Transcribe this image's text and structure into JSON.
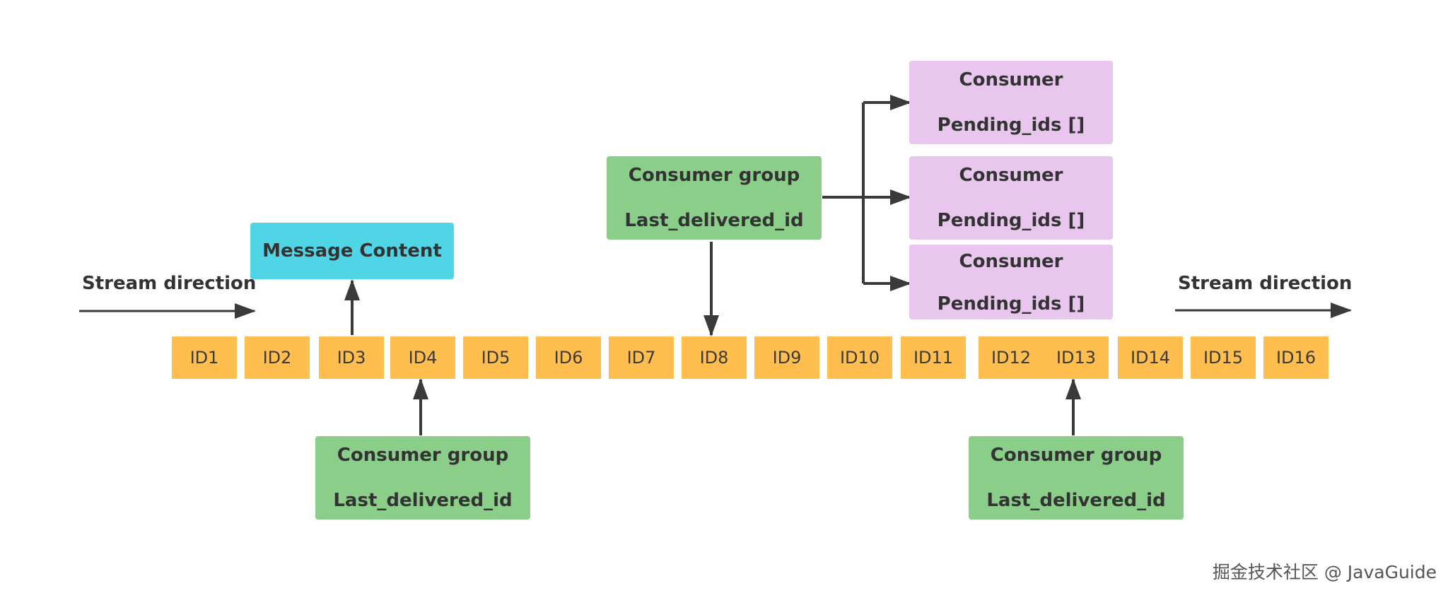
{
  "stream": {
    "direction_left": "Stream direction",
    "direction_right": "Stream direction",
    "ids": [
      "ID1",
      "ID2",
      "ID3",
      "ID4",
      "ID5",
      "ID6",
      "ID7",
      "ID8",
      "ID9",
      "ID10",
      "ID11",
      "ID12",
      "ID13",
      "ID14",
      "ID15",
      "ID16"
    ]
  },
  "message_content": {
    "label": "Message Content"
  },
  "consumer_groups": [
    {
      "title": "Consumer group",
      "field": "Last_delivered_id",
      "points_to": "ID4"
    },
    {
      "title": "Consumer group",
      "field": "Last_delivered_id",
      "points_to": "ID8"
    },
    {
      "title": "Consumer group",
      "field": "Last_delivered_id",
      "points_to": "ID13"
    }
  ],
  "consumers": [
    {
      "title": "Consumer",
      "field": "Pending_ids []"
    },
    {
      "title": "Consumer",
      "field": "Pending_ids []"
    },
    {
      "title": "Consumer",
      "field": "Pending_ids []"
    }
  ],
  "watermark": "掘金技术社区 @ JavaGuide",
  "colors": {
    "id_cell": "#FFBE4D",
    "message_box": "#4FD5E6",
    "group_box": "#8ACE8A",
    "consumer_box": "#E8C6EE",
    "arrow": "#3a3a3a",
    "text": "#333333"
  }
}
